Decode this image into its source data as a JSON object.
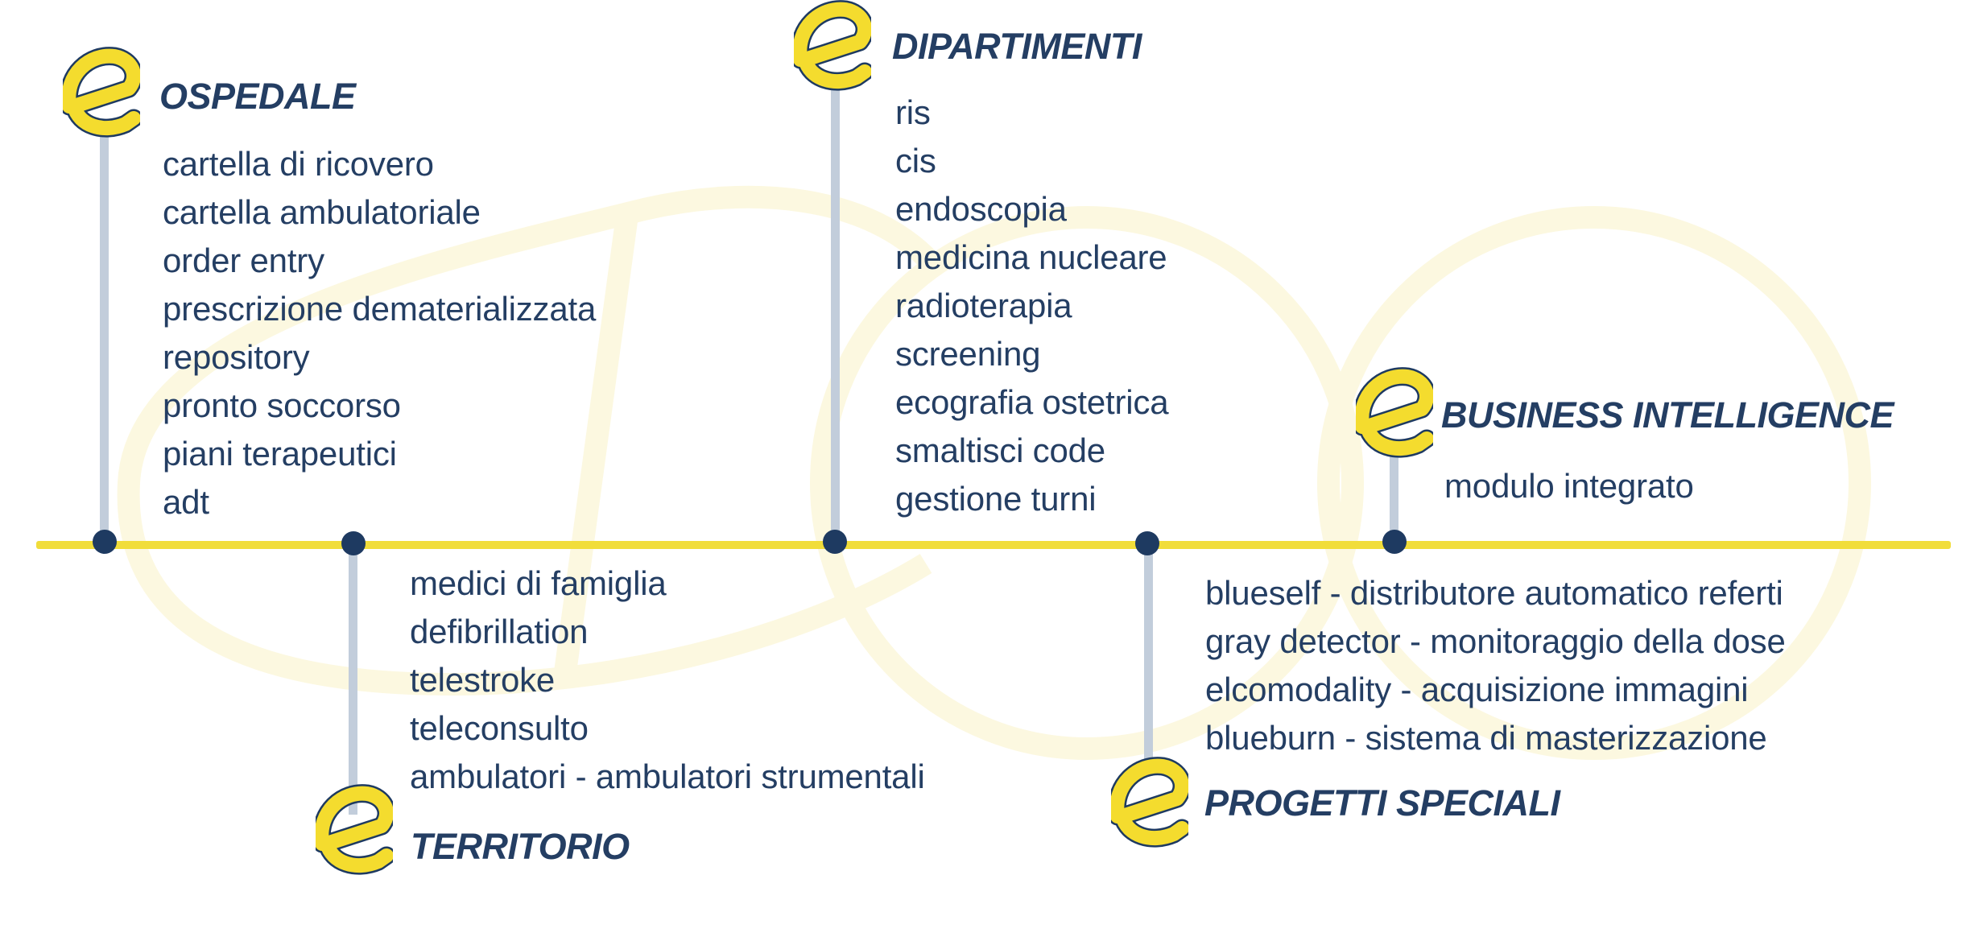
{
  "colors": {
    "axis": "#f1dd3a",
    "stem": "#c2cddb",
    "dot": "#1e3a61",
    "text": "#243e63",
    "logo_fill": "#f4dc2e",
    "logo_stroke": "#1e3a61",
    "watermark": "#fcf8e0"
  },
  "icon": "e-logo-icon",
  "sections": {
    "ospedale": {
      "title": "OSPEDALE",
      "items": [
        "cartella di ricovero",
        "cartella ambulatoriale",
        "order entry",
        "prescrizione dematerializzata",
        "repository",
        "pronto soccorso",
        "piani terapeutici",
        "adt"
      ]
    },
    "territorio": {
      "title": "TERRITORIO",
      "items": [
        "medici di famiglia",
        "defibrillation",
        "telestroke",
        "teleconsulto",
        "ambulatori - ambulatori strumentali"
      ]
    },
    "dipartimenti": {
      "title": "DIPARTIMENTI",
      "items": [
        "ris",
        "cis",
        "endoscopia",
        "medicina nucleare",
        "radioterapia",
        "screening",
        "ecografia ostetrica",
        "smaltisci code",
        "gestione turni"
      ]
    },
    "progetti_speciali": {
      "title": "PROGETTI SPECIALI",
      "items": [
        "blueself - distributore automatico referti",
        "gray detector - monitoraggio della dose",
        "elcomodality - acquisizione immagini",
        "blueburn - sistema di masterizzazione"
      ]
    },
    "business_intelligence": {
      "title": "BUSINESS INTELLIGENCE",
      "items": [
        "modulo integrato"
      ]
    }
  }
}
